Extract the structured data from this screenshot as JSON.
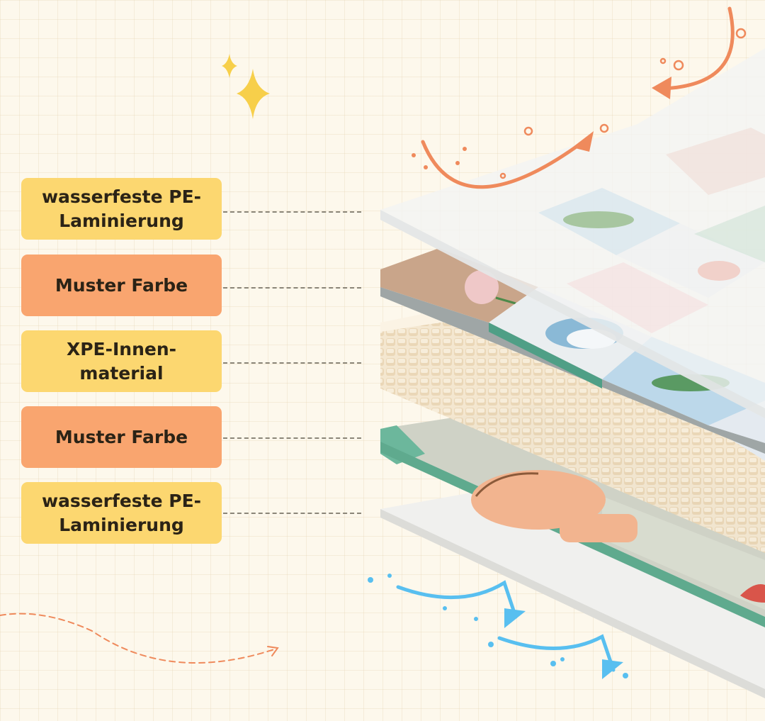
{
  "layers": [
    {
      "label": "wasserfeste PE-\nLaminierung",
      "color": "#fcd770"
    },
    {
      "label": "Muster Farbe",
      "color": "#f9a56f"
    },
    {
      "label": "XPE-Innen-\nmaterial",
      "color": "#fcd770"
    },
    {
      "label": "Muster Farbe",
      "color": "#f9a56f"
    },
    {
      "label": "wasserfeste PE-\nLaminierung",
      "color": "#fcd770"
    }
  ],
  "colors": {
    "background": "#fdf8ec",
    "orange_arrow": "#ef8a5c",
    "blue_arrow": "#58bff0",
    "sparkle": "#f7cf4a"
  }
}
